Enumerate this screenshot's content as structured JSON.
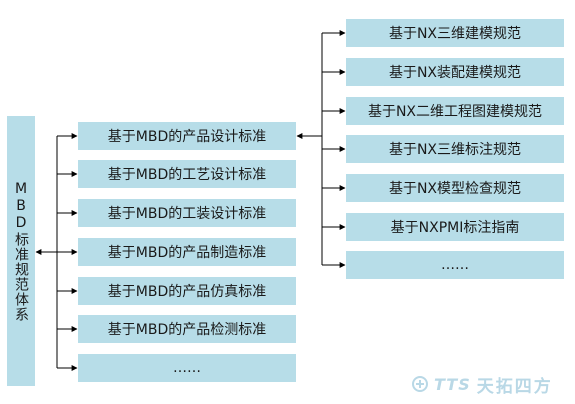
{
  "colors": {
    "box_fill": "#b7dde8",
    "line": "#000000",
    "watermark": "#b9d8e6"
  },
  "root": {
    "label": "MBD标准规范体系"
  },
  "middle": [
    {
      "label": "基于MBD的产品设计标准"
    },
    {
      "label": "基于MBD的工艺设计标准"
    },
    {
      "label": "基于MBD的工装设计标准"
    },
    {
      "label": "基于MBD的产品制造标准"
    },
    {
      "label": "基于MBD的产品仿真标准"
    },
    {
      "label": "基于MBD的产品检测标准"
    },
    {
      "label": "……"
    }
  ],
  "right": [
    {
      "label": "基于NX三维建模规范"
    },
    {
      "label": "基于NX装配建模规范"
    },
    {
      "label": "基于NX二维工程图建模规范"
    },
    {
      "label": "基于NX三维标注规范"
    },
    {
      "label": "基于NX模型检查规范"
    },
    {
      "label": "基于NXPMI标注指南"
    },
    {
      "label": "……"
    }
  ],
  "watermark": {
    "en": "TTS",
    "cn": "天拓四方",
    "icon": "tts-logo-icon"
  }
}
